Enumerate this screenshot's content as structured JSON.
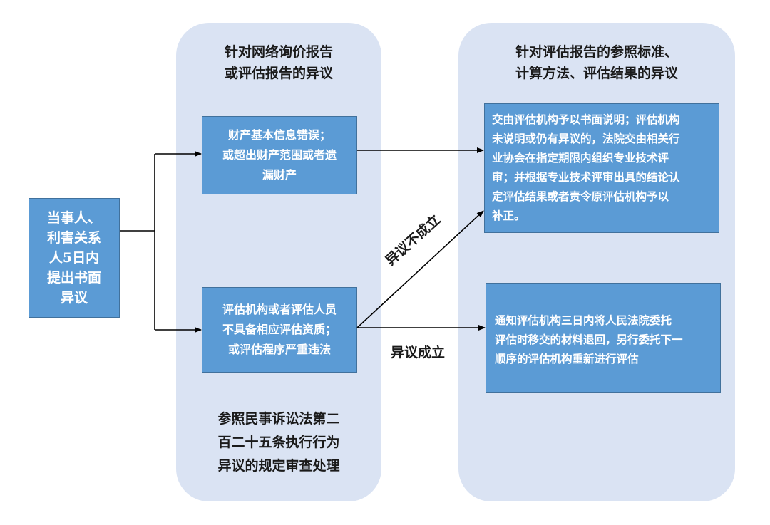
{
  "panels": {
    "middle": {
      "title": "针对网络询价报告\n或评估报告的异议",
      "footer": "参照民事诉讼法第二\n百二十五条执行行为\n异议的规定审查处理"
    },
    "right": {
      "title": "针对评估报告的参照标准、\n计算方法、评估结果的异议"
    }
  },
  "boxes": {
    "party": "当事人、\n利害关系\n人5日内\n提出书面\n异议",
    "property_error": "财产基本信息错误；\n或超出财产范围或者遗\n漏财产",
    "qualification": "评估机构或者评估人员\n不具备相应评估资质；\n或评估程序严重违法",
    "explanation": "交由评估机构予以书面说明；评估机构\n未说明或仍有异议的，法院交由相关行\n业协会在指定期限内组织专业技术评\n审；并根据专业技术评审出具的结论认\n定评估结果或者责令原评估机构予以\n补正。",
    "notify": "通知评估机构三日内将人民法院委托\n评估时移交的材料退回，另行委托下一\n顺序的评估机构重新进行评估"
  },
  "labels": {
    "rejected": "异议不成立",
    "accepted": "异议成立"
  }
}
